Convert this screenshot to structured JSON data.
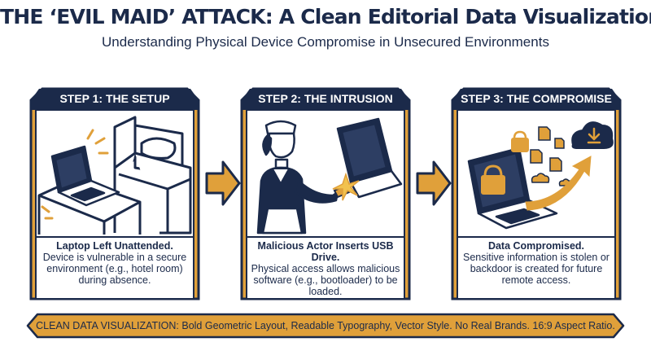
{
  "header": {
    "title": "THE ‘EVIL MAID’ ATTACK: A Clean Editorial Data Visualization",
    "subtitle": "Understanding Physical Device Compromise in Unsecured Environments"
  },
  "steps": [
    {
      "label": "STEP 1: THE SETUP",
      "caption_title": "Laptop Left Unattended.",
      "caption_body": "Device is vulnerable in a secure environment (e.g., hotel room) during absence."
    },
    {
      "label": "STEP 2: THE INTRUSION",
      "caption_title": "Malicious Actor Inserts USB Drive.",
      "caption_body": "Physical access allows malicious software (e.g., bootloader) to be loaded."
    },
    {
      "label": "STEP 3: THE COMPROMISE",
      "caption_title": "Data Compromised.",
      "caption_body": "Sensitive information is stolen or backdoor is created for future remote access."
    }
  ],
  "footer": {
    "text": "CLEAN DATA VISUALIZATION: Bold Geometric Layout, Readable Typography, Vector Style. No Real Brands. 16:9 Aspect Ratio."
  },
  "colors": {
    "navy": "#1b2a4a",
    "gold": "#e0a03a",
    "panel_bg": "#ffffff"
  }
}
